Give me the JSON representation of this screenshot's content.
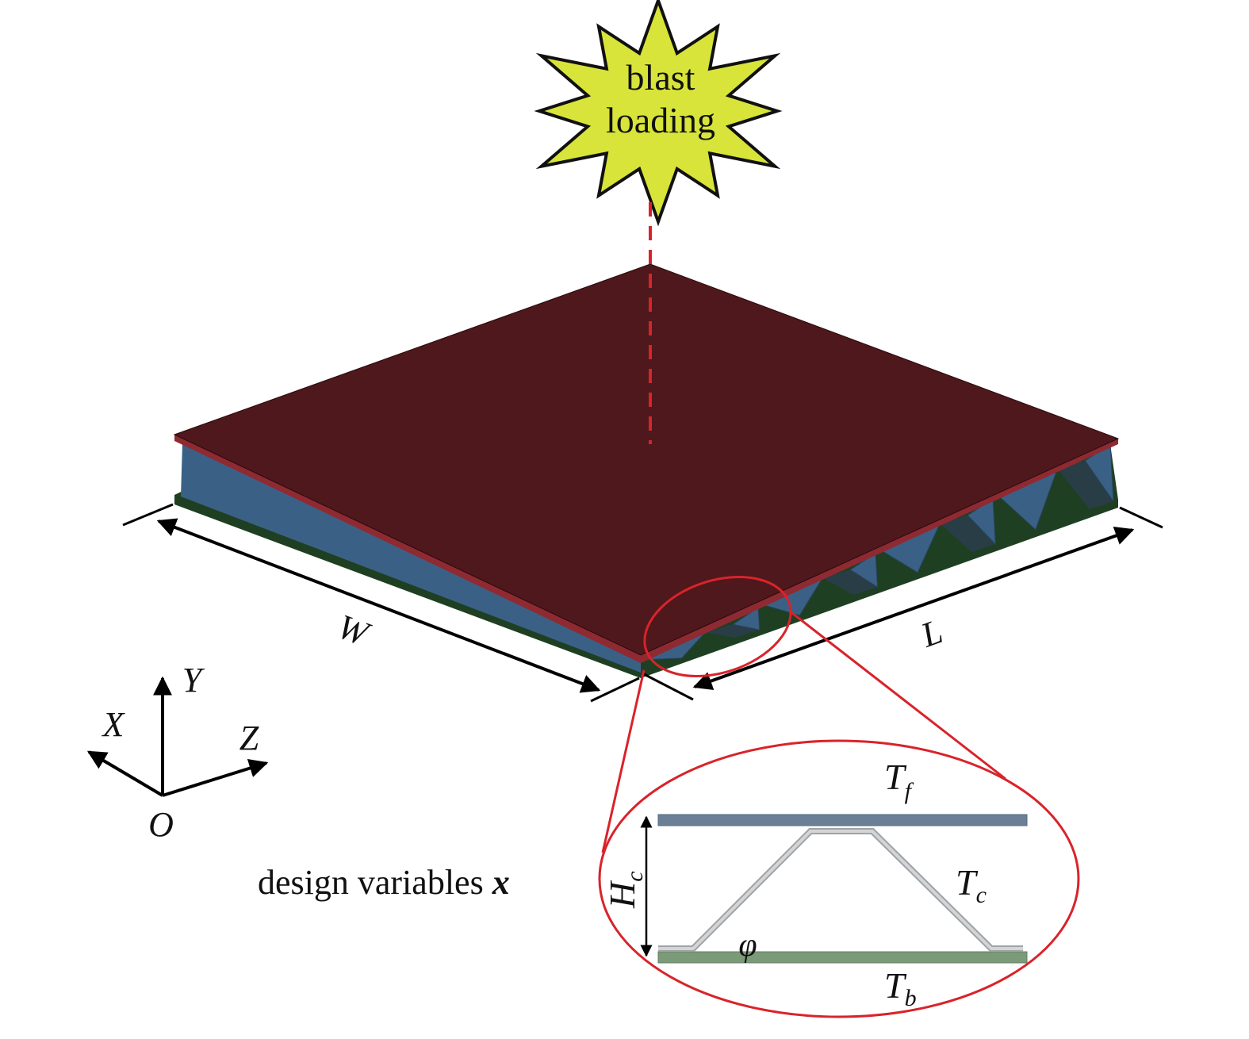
{
  "blast": {
    "line1": "blast",
    "line2": "loading"
  },
  "dimensions": {
    "width_label": "W",
    "length_label": "L"
  },
  "axes": {
    "x": "X",
    "y": "Y",
    "z": "Z",
    "origin": "O"
  },
  "design_variables": {
    "text": "design variables ",
    "symbol": "x"
  },
  "inset": {
    "face_thickness": {
      "main": "T",
      "sub": "f"
    },
    "core_thickness": {
      "main": "T",
      "sub": "c"
    },
    "back_thickness": {
      "main": "T",
      "sub": "b"
    },
    "core_height": {
      "main": "H",
      "sub": "c"
    },
    "angle": "φ"
  },
  "colors": {
    "blast": "#d8e43a",
    "top_plate": "#4e181c",
    "core": "#3a6185",
    "bottom_plate": "#1f3f22",
    "highlight": "#d9232a",
    "inset_face": "#6b8096",
    "inset_core": "#b9bcbf",
    "inset_back": "#7a9a78"
  }
}
